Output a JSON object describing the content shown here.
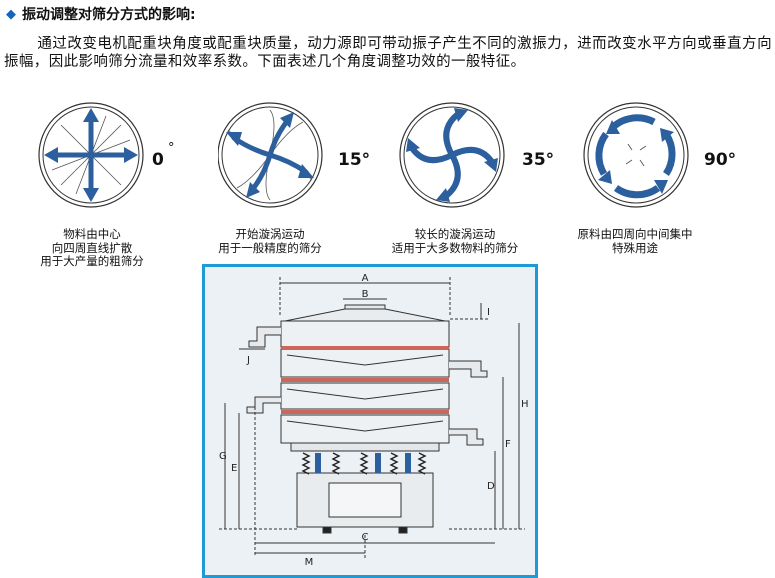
{
  "heading": {
    "title": "振动调整对筛分方式的影响:"
  },
  "intro": {
    "text": "通过改变电机配重块角度或配重块质量，动力源即可带动振子产生不同的激振力，进而改变水平方向或垂直方向振幅，因此影响筛分流量和效率系数。下面表述几个角度调整功效的一般特征。"
  },
  "patterns": [
    {
      "angle": "0",
      "degree_mark": "°",
      "caption": [
        "物料由中心",
        "向四周直线扩散",
        "用于大产量的粗筛分"
      ]
    },
    {
      "angle": "15°",
      "caption": [
        "开始漩涡运动",
        "用于一般精度的筛分"
      ]
    },
    {
      "angle": "35°",
      "caption": [
        "较长的漩涡运动",
        "适用于大多数物料的筛分"
      ]
    },
    {
      "angle": "90°",
      "caption": [
        "原料由四周向中间集中",
        "特殊用途"
      ]
    }
  ],
  "drawing": {
    "labels": {
      "A": "A",
      "B": "B",
      "C": "C",
      "D": "D",
      "E": "E",
      "F": "F",
      "G": "G",
      "H": "H",
      "I": "I",
      "J": "J",
      "M": "M"
    }
  },
  "colors": {
    "accent": "#1565c0",
    "frame": "#1e9bd7",
    "arrow": "#2c5f9e"
  }
}
